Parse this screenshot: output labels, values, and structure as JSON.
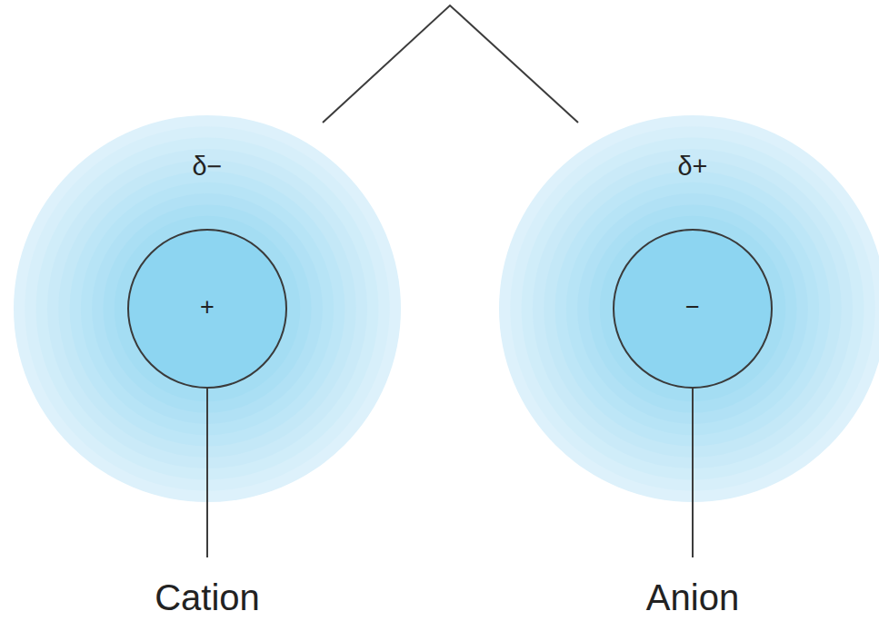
{
  "diagram": {
    "nodes": [
      {
        "text": [
          "δ−"
        ]
      },
      {
        "text": [
          "+"
        ],
        "in": 0
      },
      {
        "text": [
          "δ+"
        ]
      },
      {
        "text": [
          "−"
        ],
        "in": 2
      }
    ],
    "labels": [
      "Cation",
      "Anion"
    ]
  }
}
